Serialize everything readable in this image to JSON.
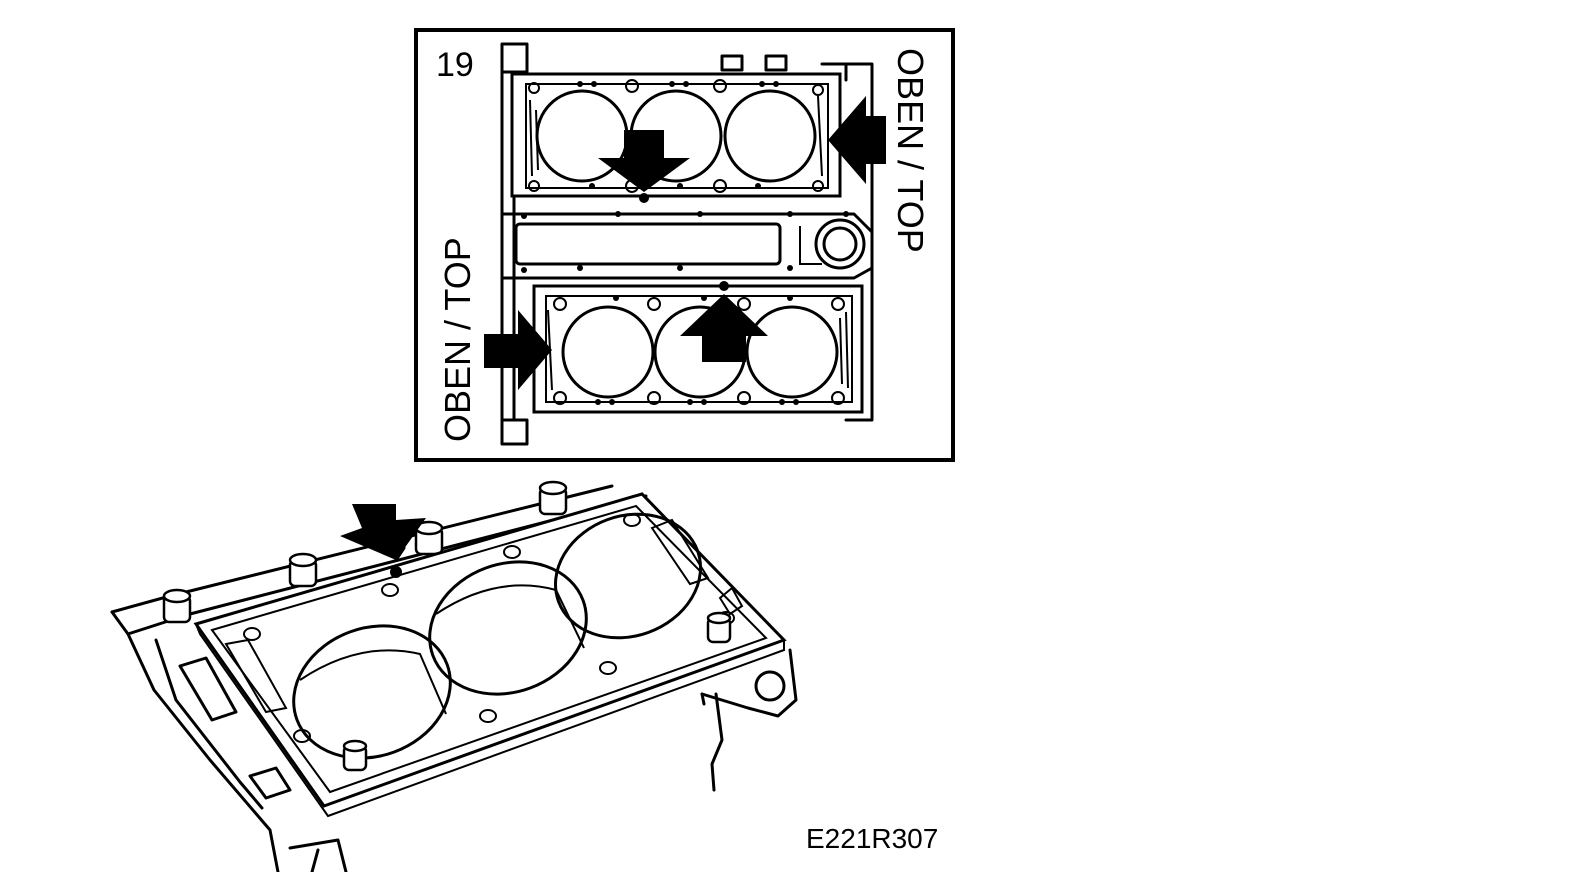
{
  "figure": {
    "detail_number": "19",
    "orientation_label_right": "OBEN / TOP",
    "orientation_label_left": "OBEN / TOP",
    "figure_code": "E221R307"
  },
  "icons": {
    "marker_arrow": "arrow-icon",
    "alignment_dot": "locating-dowel-icon"
  }
}
